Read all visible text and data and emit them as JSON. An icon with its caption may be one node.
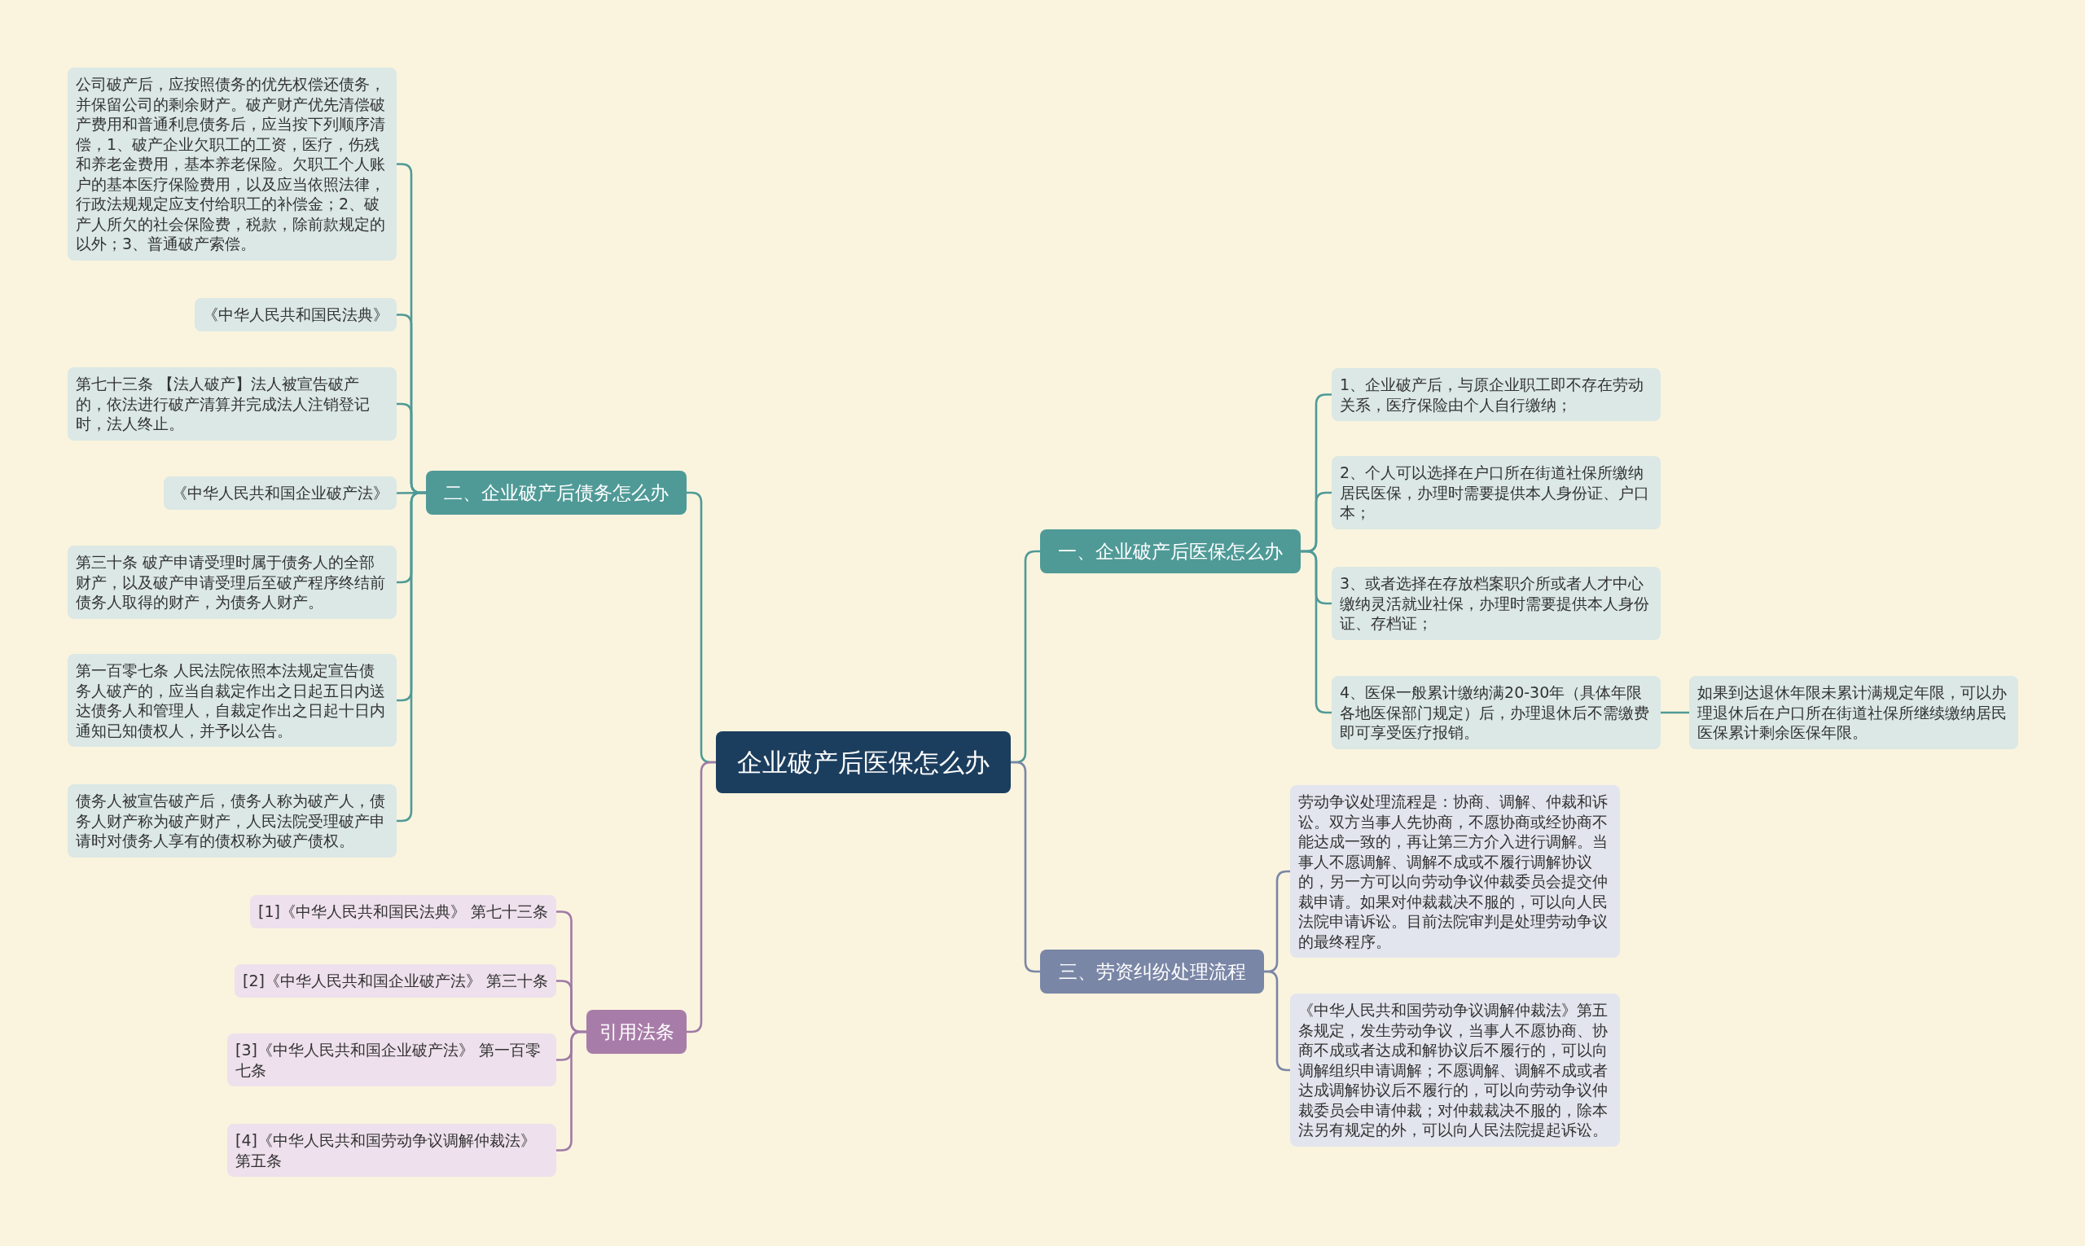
{
  "diagram": {
    "nodes": [
      {
        "text": [
          "企业破产后医保怎么办"
        ]
      },
      {
        "text": [
          "一、企业破产后医保怎么办"
        ]
      },
      {
        "text": [
          "1、企业破产后，与原企业职工即不存在劳动关系，医疗保险由个人自行缴纳；"
        ]
      },
      {
        "text": [
          "2、个人可以选择在户口所在街道社保所缴纳居民医保，办理时需要提供本人身份证、户口本；"
        ]
      },
      {
        "text": [
          "3、或者选择在存放档案职介所或者人才中心缴纳灵活就业社保，办理时需要提供本人身份证、存档证；"
        ]
      },
      {
        "text": [
          "4、医保一般累计缴纳满20-30年（具体年限各地医保部门规定）后，办理退休后不需缴费即可享受医疗报销。"
        ]
      },
      {
        "text": [
          "如果到达退休年限未累计满规定年限，可以办理退休后在户口所在街道社保所继续缴纳居民医保累计剩余医保年限。"
        ]
      },
      {
        "text": [
          "二、企业破产后债务怎么办"
        ]
      },
      {
        "text": [
          "公司破产后，应按照债务的优先权偿还债务，并保留公司的剩余财产。破产财产优先清偿破产费用和普通利息债务后，应当按下列顺序清偿，1、破产企业欠职工的工资，医疗，伤残和养老金费用，基本养老保险。欠职工个人账户的基本医疗保险费用，以及应当依照法律，行政法规规定应支付给职工的补偿金；2、破产人所欠的社会保险费，税款，除前款规定的以外；3、普通破产索偿。"
        ]
      },
      {
        "text": [
          "《中华人民共和国民法典》"
        ]
      },
      {
        "text": [
          "第七十三条 【法人破产】法人被宣告破产的，依法进行破产清算并完成法人注销登记时，法人终止。"
        ]
      },
      {
        "text": [
          "《中华人民共和国企业破产法》"
        ]
      },
      {
        "text": [
          "第三十条 破产申请受理时属于债务人的全部财产，以及破产申请受理后至破产程序终结前债务人取得的财产，为债务人财产。"
        ]
      },
      {
        "text": [
          "第一百零七条 人民法院依照本法规定宣告债务人破产的，应当自裁定作出之日起五日内送达债务人和管理人，自裁定作出之日起十日内通知已知债权人，并予以公告。"
        ]
      },
      {
        "text": [
          "债务人被宣告破产后，债务人称为破产人，债务人财产称为破产财产，人民法院受理破产申请时对债务人享有的债权称为破产债权。"
        ]
      },
      {
        "text": [
          "引用法条"
        ]
      },
      {
        "text": [
          "[1]《中华人民共和国民法典》 第七十三条"
        ]
      },
      {
        "text": [
          "[2]《中华人民共和国企业破产法》 第三十条"
        ]
      },
      {
        "text": [
          "[3]《中华人民共和国企业破产法》 第一百零七条"
        ]
      },
      {
        "text": [
          "[4]《中华人民共和国劳动争议调解仲裁法》第五条"
        ]
      },
      {
        "text": [
          "三、劳资纠纷处理流程"
        ]
      },
      {
        "text": [
          "劳动争议处理流程是：协商、调解、仲裁和诉讼。双方当事人先协商，不愿协商或经协商不能达成一致的，再让第三方介入进行调解。当事人不愿调解、调解不成或不履行调解协议的，另一方可以向劳动争议仲裁委员会提交仲裁申请。如果对仲裁裁决不服的，可以向人民法院申请诉讼。目前法院审判是处理劳动争议的最终程序。"
        ]
      },
      {
        "text": [
          "《中华人民共和国劳动争议调解仲裁法》第五条规定，发生劳动争议，当事人不愿协商、协商不成或者达成和解协议后不履行的，可以向调解组织申请调解；不愿调解、调解不成或者达成调解协议后不履行的，可以向劳动争议仲裁委员会申请仲裁；对仲裁裁决不服的，除本法另有规定的外，可以向人民法院提起诉讼。"
        ]
      }
    ],
    "edges": [
      {
        "from": 0,
        "to": 1,
        "arrow": "none"
      },
      {
        "from": 1,
        "to": 2,
        "arrow": "none"
      },
      {
        "from": 1,
        "to": 3,
        "arrow": "none"
      },
      {
        "from": 1,
        "to": 4,
        "arrow": "none"
      },
      {
        "from": 1,
        "to": 5,
        "arrow": "none"
      },
      {
        "from": 5,
        "to": 6,
        "arrow": "none"
      },
      {
        "from": 0,
        "to": 7,
        "arrow": "none"
      },
      {
        "from": 7,
        "to": 8,
        "arrow": "none"
      },
      {
        "from": 7,
        "to": 9,
        "arrow": "none"
      },
      {
        "from": 7,
        "to": 10,
        "arrow": "none"
      },
      {
        "from": 7,
        "to": 11,
        "arrow": "none"
      },
      {
        "from": 7,
        "to": 12,
        "arrow": "none"
      },
      {
        "from": 7,
        "to": 13,
        "arrow": "none"
      },
      {
        "from": 7,
        "to": 14,
        "arrow": "none"
      },
      {
        "from": 0,
        "to": 15,
        "arrow": "none",
        "color": "#a07aa6"
      },
      {
        "from": 15,
        "to": 16,
        "arrow": "none",
        "color": "#a07aa6"
      },
      {
        "from": 15,
        "to": 17,
        "arrow": "none",
        "color": "#a07aa6"
      },
      {
        "from": 15,
        "to": 18,
        "arrow": "none",
        "color": "#a07aa6"
      },
      {
        "from": 15,
        "to": 19,
        "arrow": "none",
        "color": "#a07aa6"
      },
      {
        "from": 0,
        "to": 20,
        "arrow": "none",
        "color": "#7a86a6"
      },
      {
        "from": 20,
        "to": 21,
        "arrow": "none",
        "color": "#7a86a6"
      },
      {
        "from": 20,
        "to": 22,
        "arrow": "none",
        "color": "#7a86a6"
      }
    ]
  }
}
